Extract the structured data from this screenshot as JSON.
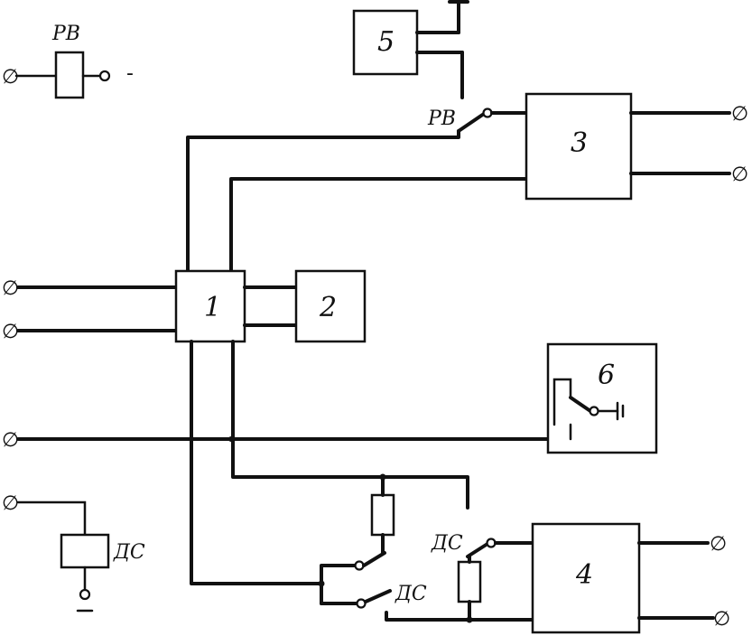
{
  "blocks": {
    "b1": "1",
    "b2": "2",
    "b3": "3",
    "b4": "4",
    "b5": "5",
    "b6": "6"
  },
  "relay_labels": {
    "pb_coil": "PB",
    "pb_contact": "PB",
    "dc_coil": "ДС",
    "dc_contact_upper": "ДС",
    "dc_contact_lower": "ДС"
  },
  "terminal_symbol": "∅",
  "minus_sign": "-"
}
